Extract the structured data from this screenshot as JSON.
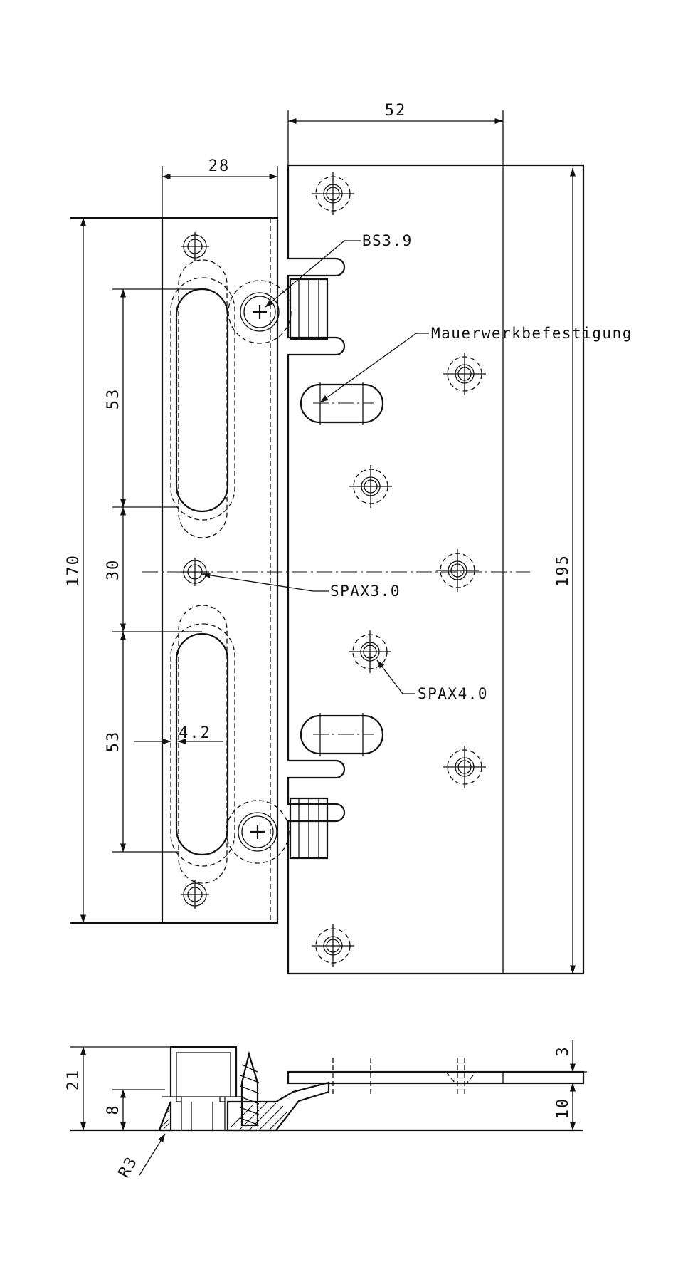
{
  "dimensions": {
    "plate_width": "52",
    "leaf_width": "28",
    "leaf_height": "170",
    "plate_height": "195",
    "slot_upper": "53",
    "slot_gap": "30",
    "slot_lower": "53",
    "slot_offset": "4.2",
    "section_height": "21",
    "section_base": "8",
    "plate_thickness": "3",
    "plate_offset": "10",
    "radius": "R3"
  },
  "labels": {
    "screw_bs": "BS3.9",
    "masonry": "Mauerwerkbefestigung",
    "spax_30": "SPAX3.0",
    "spax_40": "SPAX4.0"
  }
}
